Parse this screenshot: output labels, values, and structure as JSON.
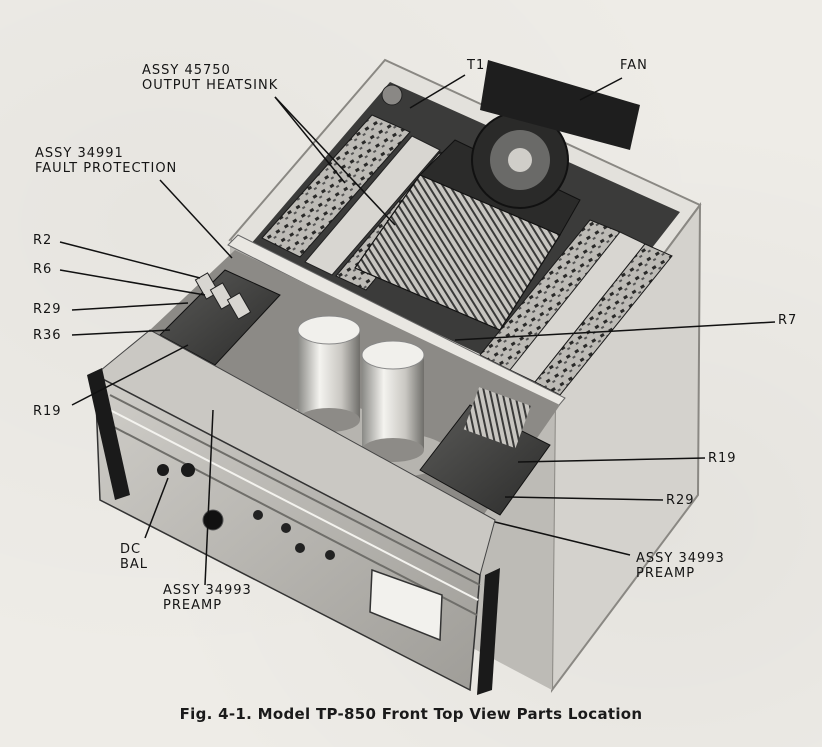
{
  "figure": {
    "caption": "Fig. 4-1. Model TP-850 Front Top View Parts Location",
    "callouts": {
      "assy_45750_line1": "ASSY 45750",
      "assy_45750_line2": "OUTPUT HEATSINK",
      "t1": "T1",
      "fan": "FAN",
      "assy_34991_line1": "ASSY 34991",
      "assy_34991_line2": "FAULT PROTECTION",
      "r2": "R2",
      "r6": "R6",
      "r29_left": "R29",
      "r36": "R36",
      "r19_left": "R19",
      "r7": "R7",
      "r19_right": "R19",
      "r29_right": "R29",
      "assy_34993_right_line1": "ASSY 34993",
      "assy_34993_right_line2": "PREAMP",
      "dc_bal_line1": "DC",
      "dc_bal_line2": "BAL",
      "assy_34993_bottom_line1": "ASSY 34993",
      "assy_34993_bottom_line2": "PREAMP"
    }
  },
  "colors": {
    "paper": "#eeece7",
    "ink": "#151515",
    "chassis_light": "#d9d7d2",
    "chassis_dark": "#2a2a2a"
  }
}
